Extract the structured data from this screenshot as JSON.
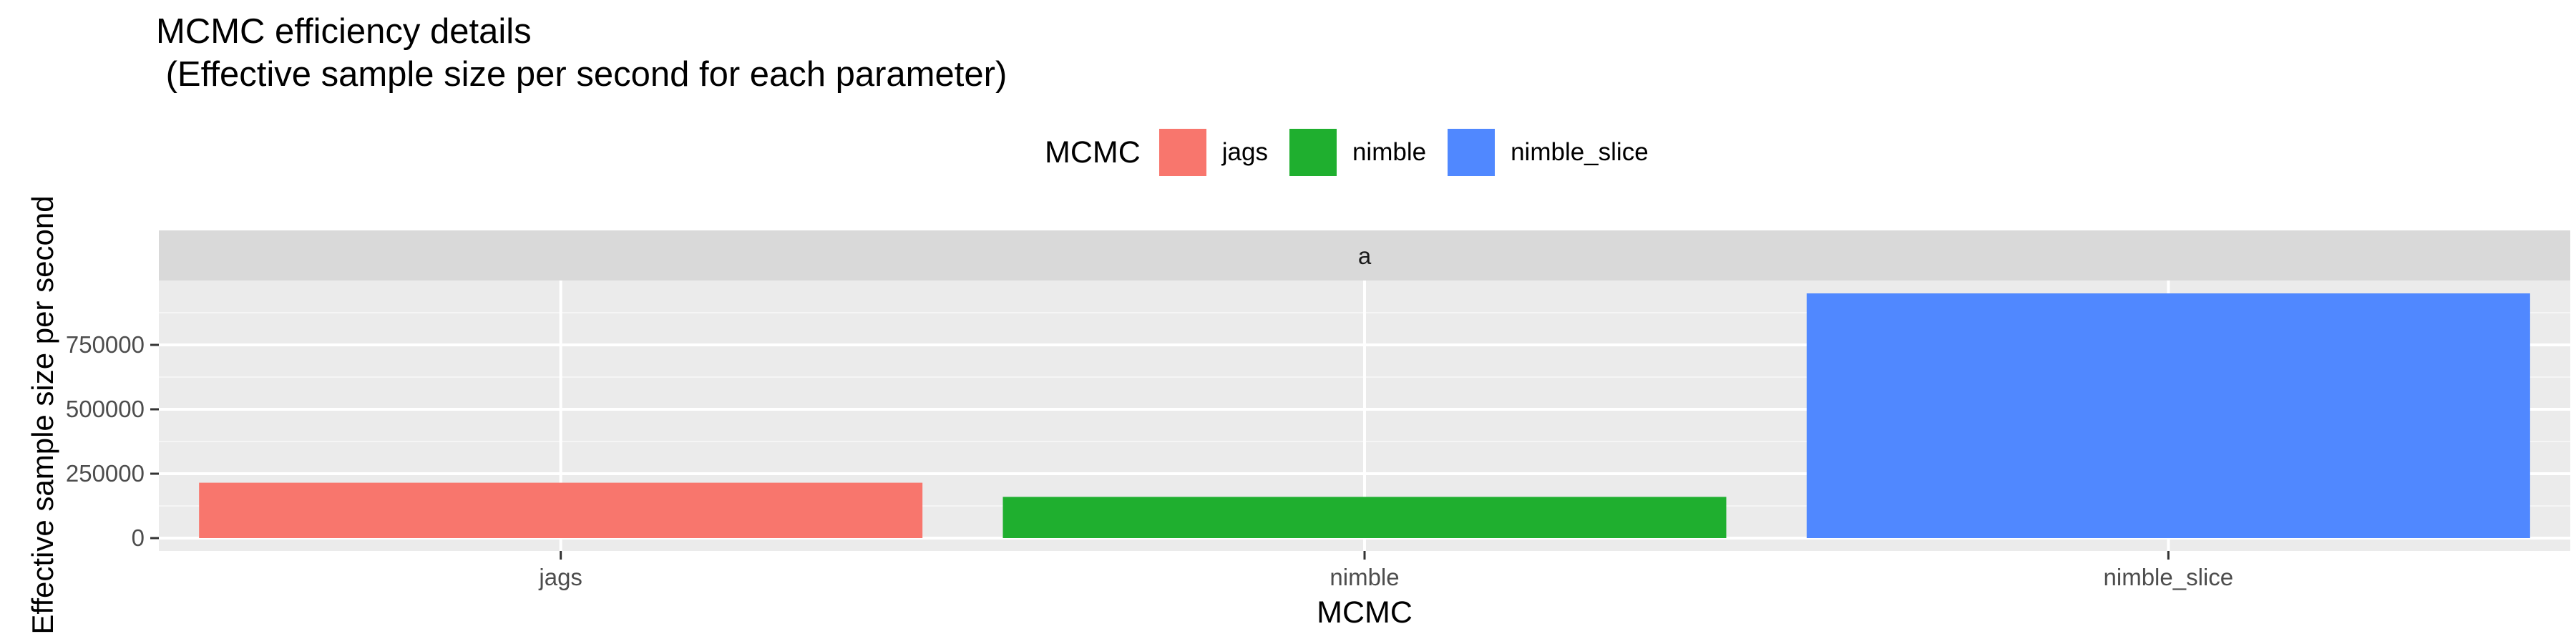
{
  "chart_data": {
    "type": "bar",
    "title": "MCMC efficiency details\n (Effective sample size per second for each parameter)",
    "xlabel": "MCMC",
    "ylabel": "Effective sample size per second",
    "facet_label": "a",
    "categories": [
      "jags",
      "nimble",
      "nimble_slice"
    ],
    "values": [
      215000,
      160000,
      950000
    ],
    "colors": [
      "#F8766D",
      "#1FAF2F",
      "#5088FF"
    ],
    "ylim": [
      -50000,
      1000000
    ],
    "yticks": [
      0,
      250000,
      500000,
      750000
    ],
    "ytick_labels": [
      "0",
      "250000",
      "500000",
      "750000"
    ],
    "legend": {
      "title": "MCMC",
      "position": "top",
      "items": [
        {
          "label": "jags",
          "color": "#F8766D"
        },
        {
          "label": "nimble",
          "color": "#1FAF2F"
        },
        {
          "label": "nimble_slice",
          "color": "#5088FF"
        }
      ]
    },
    "grid": true
  }
}
